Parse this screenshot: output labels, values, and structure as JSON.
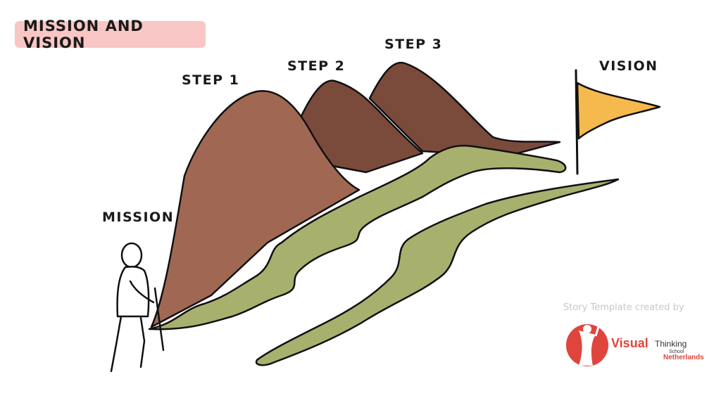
{
  "title": "MISSION AND VISION",
  "labels": {
    "mission": "MISSION",
    "step1": "STEP 1",
    "step2": "STEP 2",
    "step3": "STEP 3",
    "vision": "VISION"
  },
  "credit": {
    "text": "Story Template created by",
    "brand_main": "Visual",
    "brand_sub": "Thinking",
    "brand_school": "School",
    "brand_country": "Netherlands"
  },
  "colors": {
    "title_badge": "#f8c6c4",
    "mountain_front": "#a06852",
    "mountain_back": "#7a4a3b",
    "path": "#a8b06e",
    "flag": "#f6b94e",
    "brand_accent": "#e0453d"
  },
  "icons": {
    "flag": "flag-icon",
    "hiker": "person-icon",
    "logo": "logo-icon"
  }
}
